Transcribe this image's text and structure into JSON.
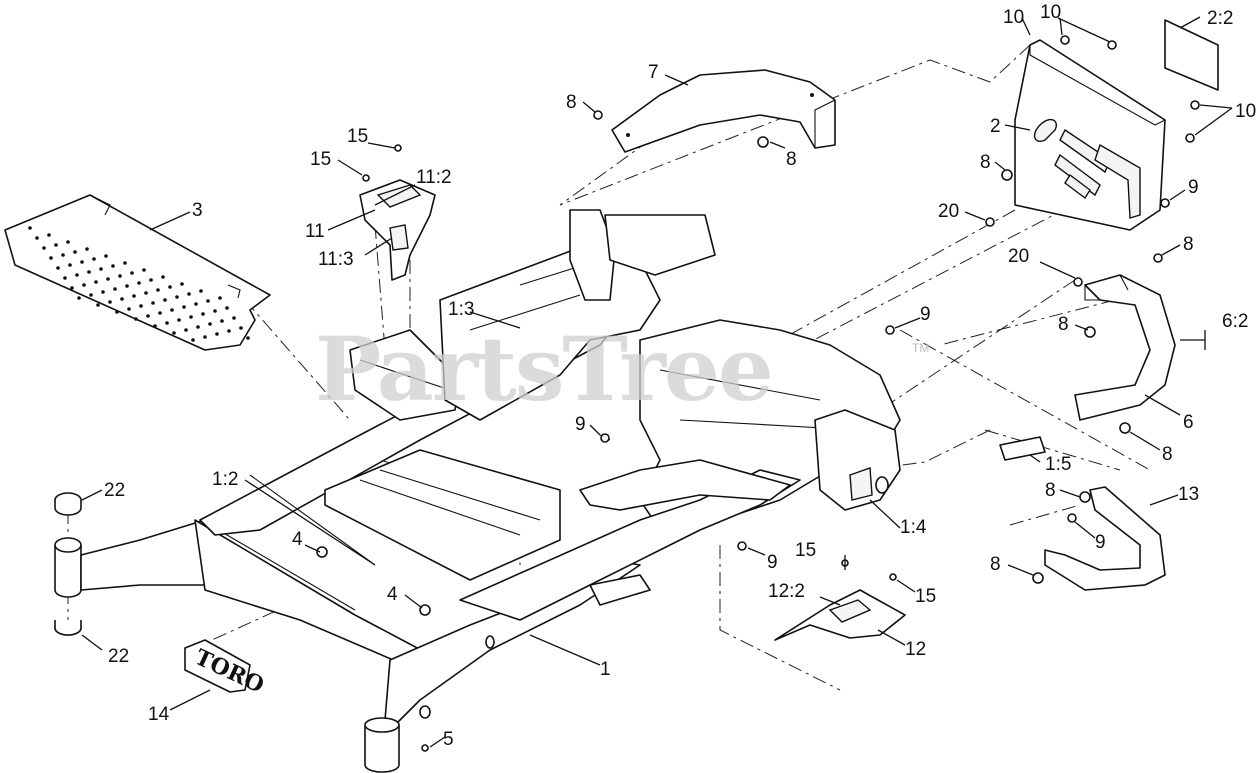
{
  "watermark": {
    "text": "PartsTree",
    "tm": "TM"
  },
  "logo": {
    "text": "TORO"
  },
  "callouts": [
    {
      "id": "c-1",
      "text": "1"
    },
    {
      "id": "c-1-2",
      "text": "1:2"
    },
    {
      "id": "c-1-3",
      "text": "1:3"
    },
    {
      "id": "c-1-4",
      "text": "1:4"
    },
    {
      "id": "c-1-5",
      "text": "1:5"
    },
    {
      "id": "c-2",
      "text": "2"
    },
    {
      "id": "c-2-2",
      "text": "2:2"
    },
    {
      "id": "c-3",
      "text": "3"
    },
    {
      "id": "c-4a",
      "text": "4"
    },
    {
      "id": "c-4b",
      "text": "4"
    },
    {
      "id": "c-5",
      "text": "5"
    },
    {
      "id": "c-6",
      "text": "6"
    },
    {
      "id": "c-6-2",
      "text": "6:2"
    },
    {
      "id": "c-7",
      "text": "7"
    },
    {
      "id": "c-8a",
      "text": "8"
    },
    {
      "id": "c-8b",
      "text": "8"
    },
    {
      "id": "c-8c",
      "text": "8"
    },
    {
      "id": "c-8d",
      "text": "8"
    },
    {
      "id": "c-8e",
      "text": "8"
    },
    {
      "id": "c-8f",
      "text": "8"
    },
    {
      "id": "c-8g",
      "text": "8"
    },
    {
      "id": "c-8h",
      "text": "8"
    },
    {
      "id": "c-9a",
      "text": "9"
    },
    {
      "id": "c-9b",
      "text": "9"
    },
    {
      "id": "c-9c",
      "text": "9"
    },
    {
      "id": "c-9d",
      "text": "9"
    },
    {
      "id": "c-9e",
      "text": "9"
    },
    {
      "id": "c-10a",
      "text": "10"
    },
    {
      "id": "c-10b",
      "text": "10"
    },
    {
      "id": "c-10c",
      "text": "10"
    },
    {
      "id": "c-11",
      "text": "11"
    },
    {
      "id": "c-11-2",
      "text": "11:2"
    },
    {
      "id": "c-11-3",
      "text": "11:3"
    },
    {
      "id": "c-12",
      "text": "12"
    },
    {
      "id": "c-12-2",
      "text": "12:2"
    },
    {
      "id": "c-13",
      "text": "13"
    },
    {
      "id": "c-14",
      "text": "14"
    },
    {
      "id": "c-15a",
      "text": "15"
    },
    {
      "id": "c-15b",
      "text": "15"
    },
    {
      "id": "c-15c",
      "text": "15"
    },
    {
      "id": "c-15d",
      "text": "15"
    },
    {
      "id": "c-20a",
      "text": "20"
    },
    {
      "id": "c-20b",
      "text": "20"
    },
    {
      "id": "c-22a",
      "text": "22"
    },
    {
      "id": "c-22b",
      "text": "22"
    }
  ]
}
